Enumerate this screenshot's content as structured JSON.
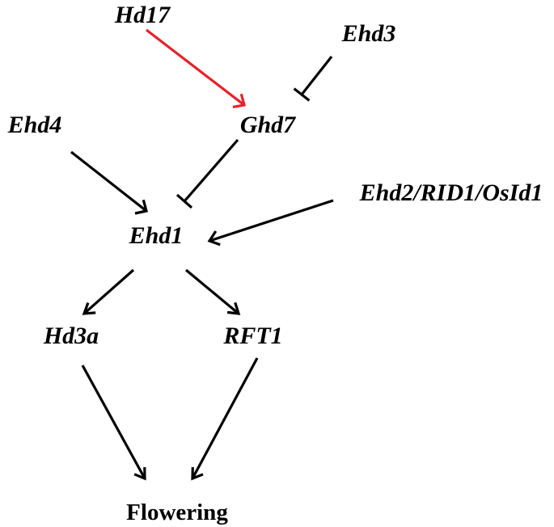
{
  "nodes": {
    "hd17": "Hd17",
    "ehd3": "Ehd3",
    "ehd4": "Ehd4",
    "ghd7": "Ghd7",
    "ehd2": "Ehd2/RID1/OsId1",
    "ehd1": "Ehd1",
    "hd3a": "Hd3a",
    "rft1": "RFT1",
    "flowering": "Flowering"
  },
  "edges": [
    {
      "id": "hd17-to-ghd7",
      "from": "Hd17",
      "to": "Ghd7",
      "type": "activation",
      "color": "#e8202a"
    },
    {
      "id": "ehd3-to-ghd7",
      "from": "Ehd3",
      "to": "Ghd7",
      "type": "repression",
      "color": "#000000"
    },
    {
      "id": "ehd4-to-ehd1",
      "from": "Ehd4",
      "to": "Ehd1",
      "type": "activation",
      "color": "#000000"
    },
    {
      "id": "ghd7-to-ehd1",
      "from": "Ghd7",
      "to": "Ehd1",
      "type": "repression",
      "color": "#000000"
    },
    {
      "id": "ehd2-to-ehd1",
      "from": "Ehd2/RID1/OsId1",
      "to": "Ehd1",
      "type": "activation",
      "color": "#000000"
    },
    {
      "id": "ehd1-to-hd3a",
      "from": "Ehd1",
      "to": "Hd3a",
      "type": "activation",
      "color": "#000000"
    },
    {
      "id": "ehd1-to-rft1",
      "from": "Ehd1",
      "to": "RFT1",
      "type": "activation",
      "color": "#000000"
    },
    {
      "id": "hd3a-to-flowering",
      "from": "Hd3a",
      "to": "Flowering",
      "type": "activation",
      "color": "#000000"
    },
    {
      "id": "rft1-to-flowering",
      "from": "RFT1",
      "to": "Flowering",
      "type": "activation",
      "color": "#000000"
    }
  ]
}
